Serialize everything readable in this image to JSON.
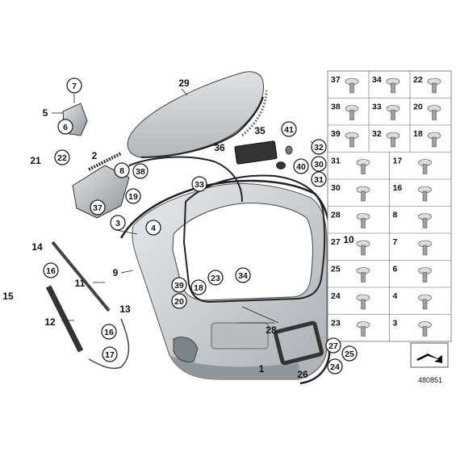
{
  "diagram": {
    "reference_number": "480851",
    "callouts_circled": [
      "7",
      "6",
      "22",
      "37",
      "38",
      "8",
      "19",
      "3",
      "4",
      "16",
      "39",
      "20",
      "18",
      "23",
      "34",
      "33",
      "17",
      "16",
      "41",
      "40",
      "32",
      "30",
      "31",
      "27",
      "25",
      "24"
    ],
    "callouts_plain": [
      "29",
      "5",
      "21",
      "2",
      "35",
      "36",
      "10",
      "14",
      "9",
      "11",
      "15",
      "13",
      "12",
      "28",
      "1",
      "26"
    ],
    "parts_grid": [
      [
        "37",
        "34",
        "22"
      ],
      [
        "38",
        "33",
        "20"
      ],
      [
        "39",
        "32",
        "18"
      ],
      [
        "31",
        "17"
      ],
      [
        "30",
        "16"
      ],
      [
        "28",
        "8"
      ],
      [
        "27",
        "7"
      ],
      [
        "25",
        "6"
      ],
      [
        "24",
        "4"
      ],
      [
        "23",
        "3"
      ]
    ]
  }
}
